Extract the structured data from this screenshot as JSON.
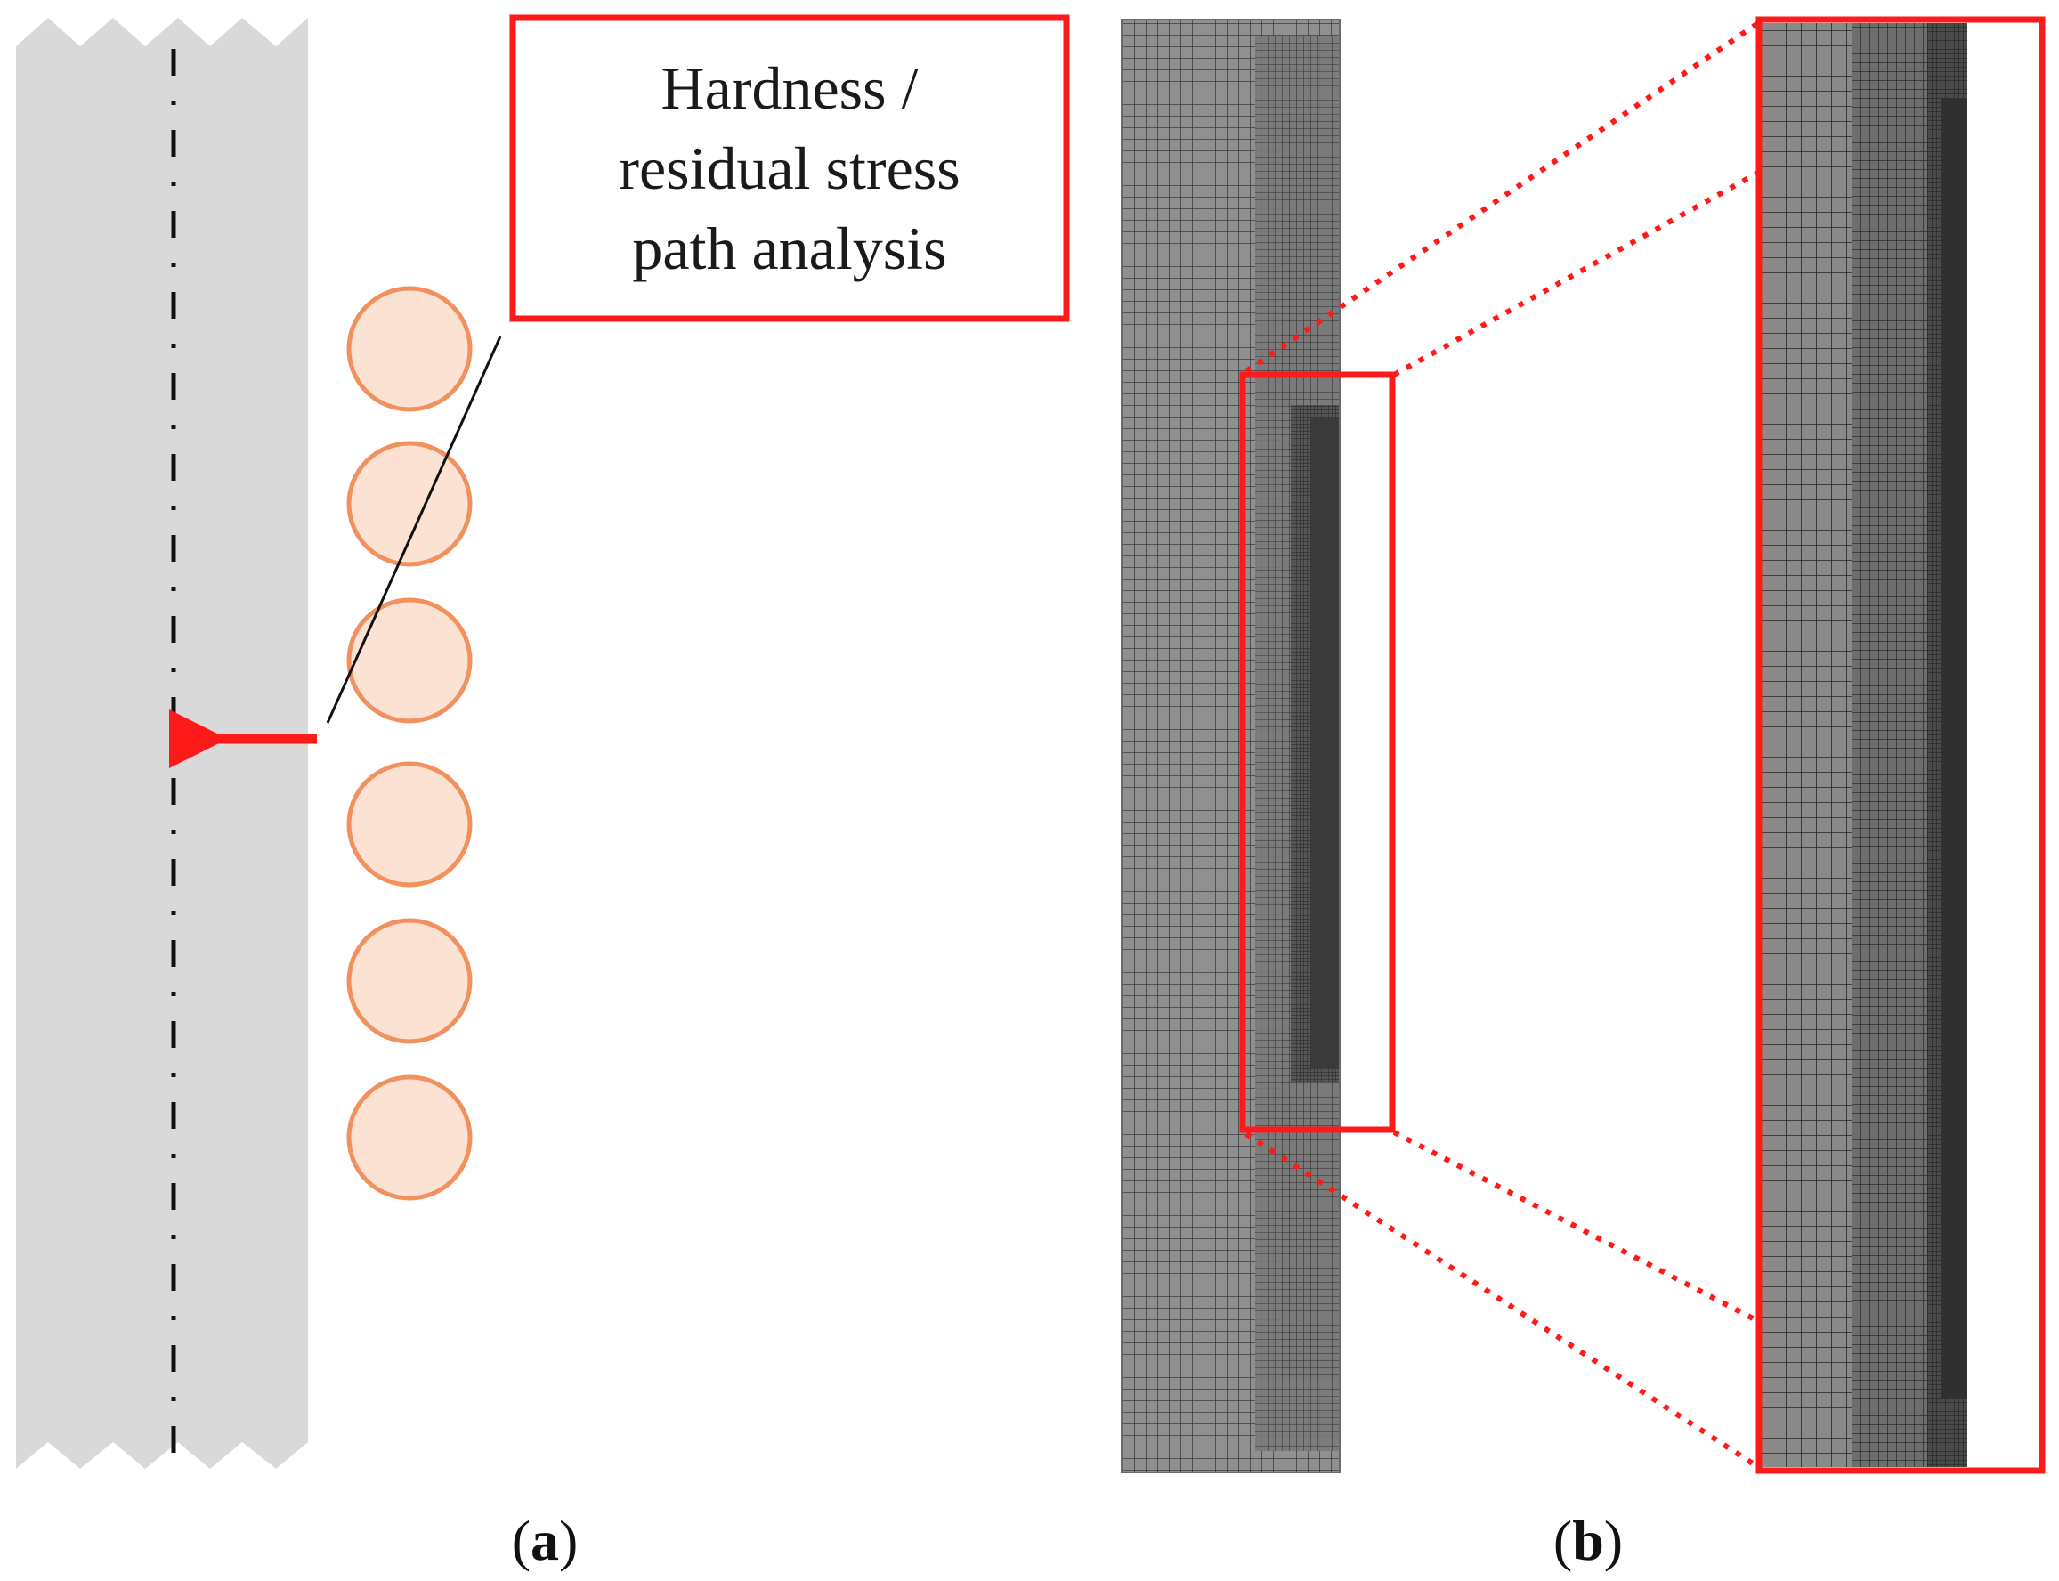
{
  "panel_a": {
    "callout_lines": [
      "Hardness /",
      "residual stress",
      "path analysis"
    ],
    "label_open": "(",
    "label_letter": "a",
    "label_close": ")",
    "roller_count": 6
  },
  "panel_b": {
    "label_open": "(",
    "label_letter": "b",
    "label_close": ")"
  },
  "colors": {
    "shaft_fill": "#d9d9d9",
    "roller_fill": "#fbe2d3",
    "roller_stroke": "#f2905e",
    "highlight_red": "#ff1a1a",
    "mesh_fill": "#8c8c8c",
    "mesh_dense": "#3a3a3a",
    "mesh_line": "#2b2b2b"
  }
}
